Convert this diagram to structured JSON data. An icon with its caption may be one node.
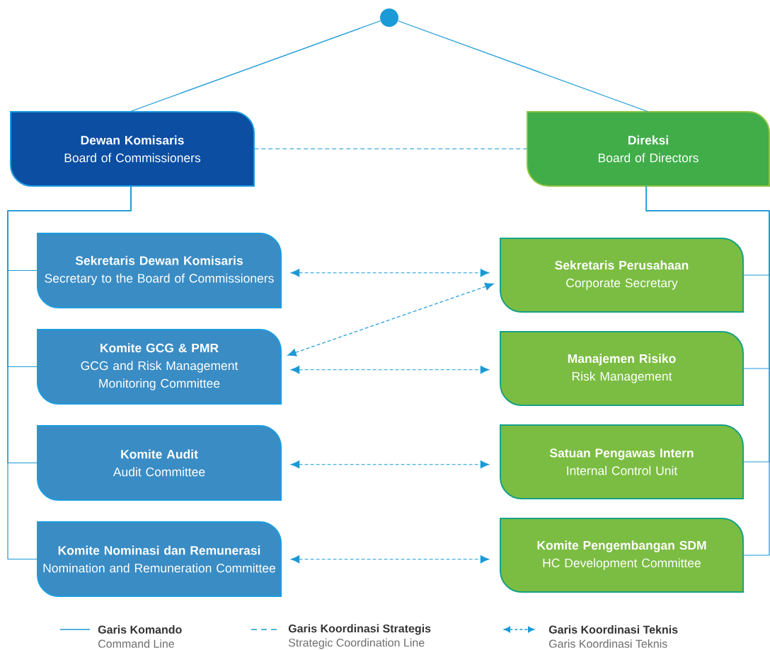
{
  "diagram": {
    "nodes": [
      {
        "text": [],
        "shape": "circle"
      },
      {
        "text": [
          "Dewan Komisaris",
          "Board of Commissioners"
        ]
      },
      {
        "text": [
          "Direksi",
          "Board of Directors"
        ]
      },
      {
        "text": [
          "Sekretaris Dewan Komisaris",
          "Secretary to the Board of Commissioners"
        ]
      },
      {
        "text": [
          "Komite GCG & PMR",
          "GCG and Risk Management Monitoring Committee"
        ]
      },
      {
        "text": [
          "Komite Audit",
          "Audit Committee"
        ]
      },
      {
        "text": [
          "Komite Nominasi dan Remunerasi",
          "Nomination and Remuneration Committee"
        ]
      },
      {
        "text": [
          "Sekretaris Perusahaan",
          "Corporate Secretary"
        ]
      },
      {
        "text": [
          "Manajemen Risiko",
          "Risk Management"
        ]
      },
      {
        "text": [
          "Satuan Pengawas Intern",
          "Internal Control Unit"
        ]
      },
      {
        "text": [
          "Komite Pengembangan SDM",
          "HC Development Committee"
        ]
      }
    ],
    "edges": [
      {
        "from": 0,
        "to": 1,
        "arrow": "none"
      },
      {
        "from": 0,
        "to": 2,
        "arrow": "none"
      },
      {
        "from": 1,
        "to": 2,
        "arrow": "none",
        "style": "dashed"
      },
      {
        "from": 1,
        "to": 3,
        "arrow": "none"
      },
      {
        "from": 1,
        "to": 4,
        "arrow": "none"
      },
      {
        "from": 1,
        "to": 5,
        "arrow": "none"
      },
      {
        "from": 1,
        "to": 6,
        "arrow": "none"
      },
      {
        "from": 2,
        "to": 7,
        "arrow": "none"
      },
      {
        "from": 2,
        "to": 8,
        "arrow": "none"
      },
      {
        "from": 2,
        "to": 9,
        "arrow": "none"
      },
      {
        "from": 2,
        "to": 10,
        "arrow": "none"
      },
      {
        "from": 3,
        "to": 7,
        "arrow": "both",
        "style": "dashed"
      },
      {
        "from": 4,
        "to": 7,
        "arrow": "both",
        "style": "dashed"
      },
      {
        "from": 4,
        "to": 8,
        "arrow": "both",
        "style": "dashed"
      },
      {
        "from": 5,
        "to": 9,
        "arrow": "both",
        "style": "dashed"
      },
      {
        "from": 6,
        "to": 10,
        "arrow": "both",
        "style": "dashed"
      }
    ],
    "labels": [
      "Command Line",
      "Strategic Coordination Line",
      "Garis Koordinasi Teknis"
    ],
    "legend": [
      {
        "text": "Garis Komando"
      },
      {
        "text": "Garis Koordinasi Strategis"
      },
      {
        "text": "Garis Koordinasi Teknis"
      }
    ]
  }
}
